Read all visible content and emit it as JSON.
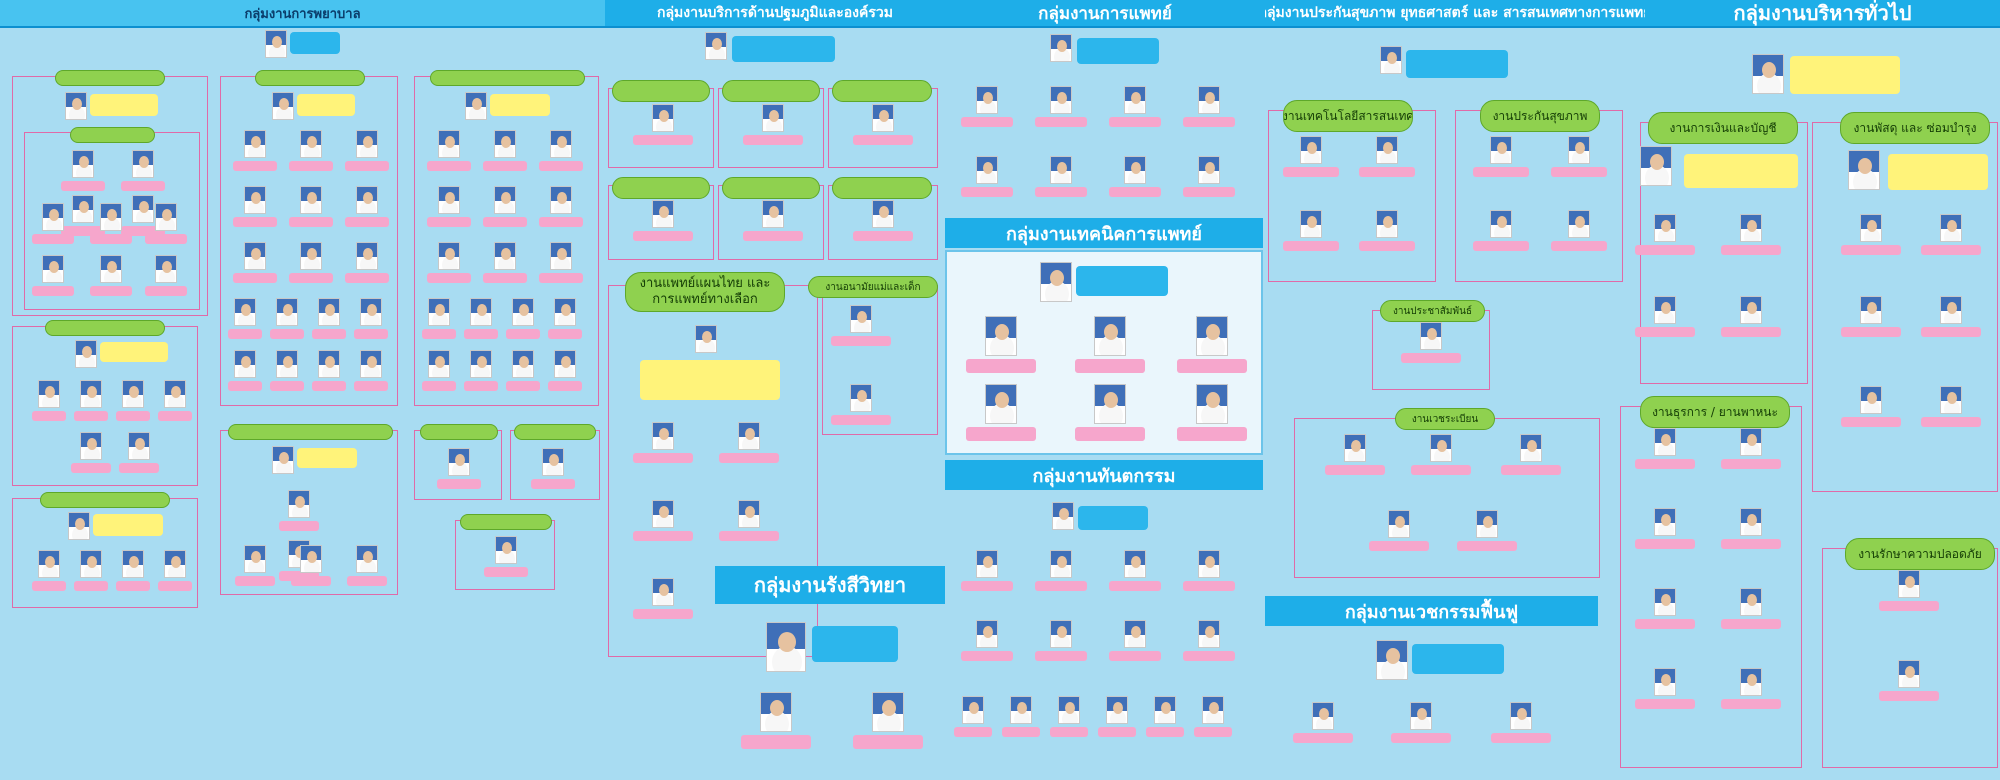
{
  "columns": {
    "nursing": "กลุ่มงานการพยาบาล",
    "primary_care": "กลุ่มงานบริการด้านปฐมภูมิและองค์รวม",
    "medical": "กลุ่มงานการแพทย์",
    "insurance": "กลุ่มงานประกันสุขภาพ ยุทธศาสตร์ และ สารสนเทศทางการแพทย์",
    "admin": "กลุ่มงานบริหารทั่วไป"
  },
  "bands": {
    "med_tech": "กลุ่มงานเทคนิคการแพทย์",
    "dental": "กลุ่มงานทันตกรรม",
    "radiology": "กลุ่มงานรังสีวิทยา",
    "rehab": "กลุ่มงานเวชกรรมฟื้นฟู"
  },
  "units": {
    "thai_medicine": "งานแพทย์แผนไทย และ การแพทย์ทางเลือก",
    "mch": "งานอนามัยแม่และเด็ก",
    "it": "งานเทคโนโลยีสารสนเทศ",
    "health_insurance": "งานประกันสุขภาพ",
    "pr": "งานประชาสัมพันธ์",
    "records": "งานเวชระเบียน",
    "finance": "งานการเงินและบัญชี",
    "supplies": "งานพัสดุ และ ซ่อมบำรุง",
    "clerical": "งานธุรการ / ยานพาหนะ",
    "security": "งานรักษาความปลอดภัย"
  },
  "colors": {
    "background": "#a8dcf2",
    "header": "#1eaee8",
    "unit_pill": "#8fd14f",
    "name_tag": "#f6a6cc",
    "frame": "#e06aa8",
    "note": "#fff37a"
  }
}
